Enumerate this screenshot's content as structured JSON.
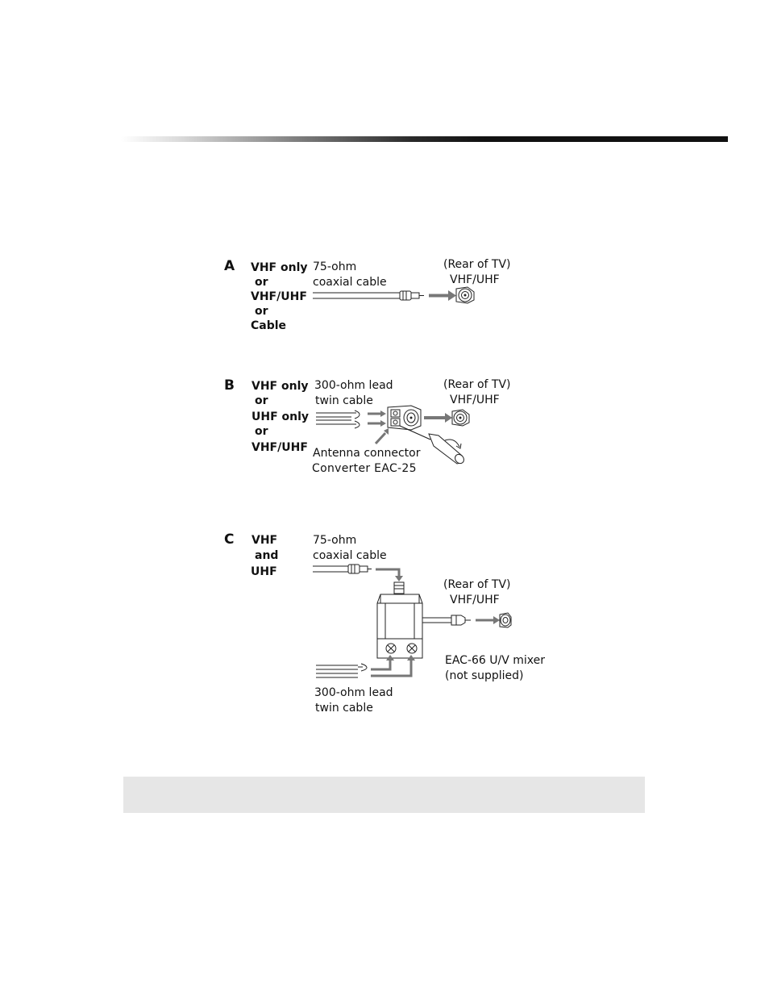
{
  "section_a": {
    "letter": "A",
    "sources": [
      "VHF only",
      "or",
      "VHF/UHF",
      "or",
      "Cable"
    ],
    "cable_label": [
      "75-ohm",
      "coaxial  cable"
    ],
    "tv_label": [
      "(Rear of TV)",
      "VHF/UHF"
    ]
  },
  "section_b": {
    "letter": "B",
    "sources": [
      "VHF only",
      "or",
      "UHF only",
      "or",
      "VHF/UHF"
    ],
    "cable_label": [
      "300-ohm lead",
      "twin cable"
    ],
    "tv_label": [
      "(Rear of TV)",
      "VHF/UHF"
    ],
    "connector_label": "Antenna connector",
    "converter_label": "Converter  EAC-25"
  },
  "section_c": {
    "letter": "C",
    "sources": [
      "VHF",
      "and",
      "UHF"
    ],
    "coax_label": [
      "75-ohm",
      "coaxial  cable"
    ],
    "tv_label": [
      "(Rear of TV)",
      "VHF/UHF"
    ],
    "mixer_label": [
      "EAC-66 U/V mixer",
      "(not supplied)"
    ],
    "twin_label": [
      "300-ohm  lead",
      "twin cable"
    ]
  },
  "note": {
    "text": ""
  }
}
